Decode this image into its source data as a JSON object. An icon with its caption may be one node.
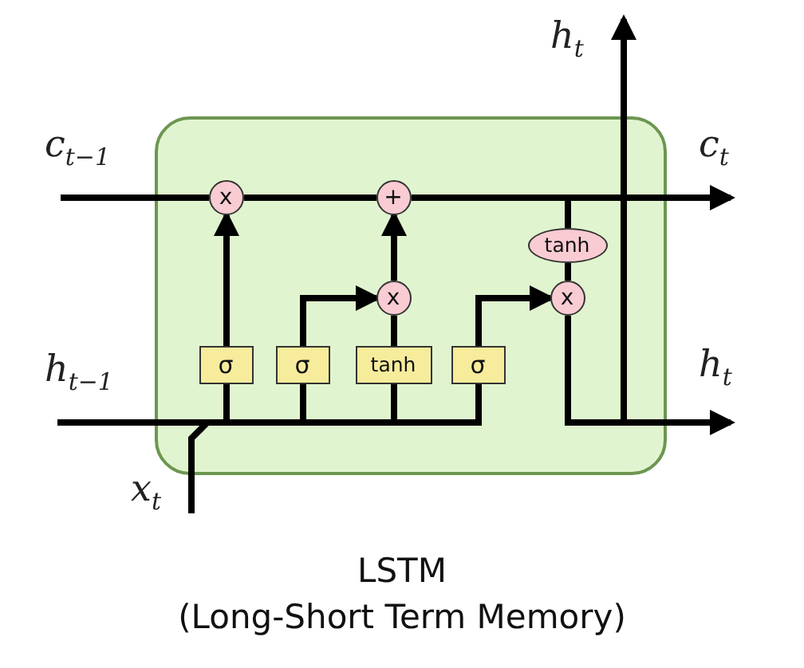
{
  "diagram": {
    "title": "LSTM",
    "caption": "(Long-Short Term Memory)",
    "nodes": [
      {
        "text": [],
        "shape": "box"
      },
      {
        "text": [
          "c$_{t−1}$"
        ]
      },
      {
        "text": [
          "h$_{t−1}$"
        ]
      },
      {
        "text": [
          "x$_{t}$"
        ]
      },
      {
        "text": [
          "x"
        ],
        "in": 0
      },
      {
        "text": [
          "+"
        ],
        "in": 0
      },
      {
        "text": [
          "x"
        ],
        "in": 0
      },
      {
        "text": [
          "x"
        ],
        "in": 0
      },
      {
        "text": [
          "tanh"
        ],
        "in": 0
      },
      {
        "text": [
          "σ"
        ],
        "in": 0
      },
      {
        "text": [
          "σ"
        ],
        "in": 0
      },
      {
        "text": [
          "tanh"
        ],
        "in": 0
      },
      {
        "text": [
          "σ"
        ],
        "in": 0
      },
      {
        "text": [
          "c$_{t}$"
        ]
      },
      {
        "text": [
          "h$_{t}$"
        ]
      },
      {
        "text": [
          "h$_{t}$"
        ]
      }
    ],
    "edges": [
      {
        "from": 1,
        "to": 4,
        "arrow": "none"
      },
      {
        "from": 4,
        "to": 5,
        "arrow": "none"
      },
      {
        "from": 5,
        "to": 13,
        "arrow": "to"
      },
      {
        "from": 5,
        "to": 8,
        "arrow": "none"
      },
      {
        "from": 8,
        "to": 7,
        "arrow": "none"
      },
      {
        "from": 9,
        "to": 4,
        "arrow": "to"
      },
      {
        "from": 10,
        "to": 6,
        "arrow": "to"
      },
      {
        "from": 11,
        "to": 6,
        "arrow": "none"
      },
      {
        "from": 6,
        "to": 5,
        "arrow": "to"
      },
      {
        "from": 12,
        "to": 7,
        "arrow": "to"
      },
      {
        "from": 7,
        "to": 15,
        "arrow": "to"
      },
      {
        "from": 7,
        "to": 14,
        "arrow": "to"
      },
      {
        "from": 2,
        "to": 9,
        "arrow": "none"
      },
      {
        "from": 2,
        "to": 10,
        "arrow": "none"
      },
      {
        "from": 2,
        "to": 11,
        "arrow": "none"
      },
      {
        "from": 2,
        "to": 12,
        "arrow": "none"
      },
      {
        "from": 3,
        "to": 9,
        "arrow": "none"
      },
      {
        "from": 3,
        "to": 10,
        "arrow": "none"
      },
      {
        "from": 3,
        "to": 11,
        "arrow": "none"
      },
      {
        "from": 3,
        "to": 12,
        "arrow": "none"
      }
    ]
  }
}
